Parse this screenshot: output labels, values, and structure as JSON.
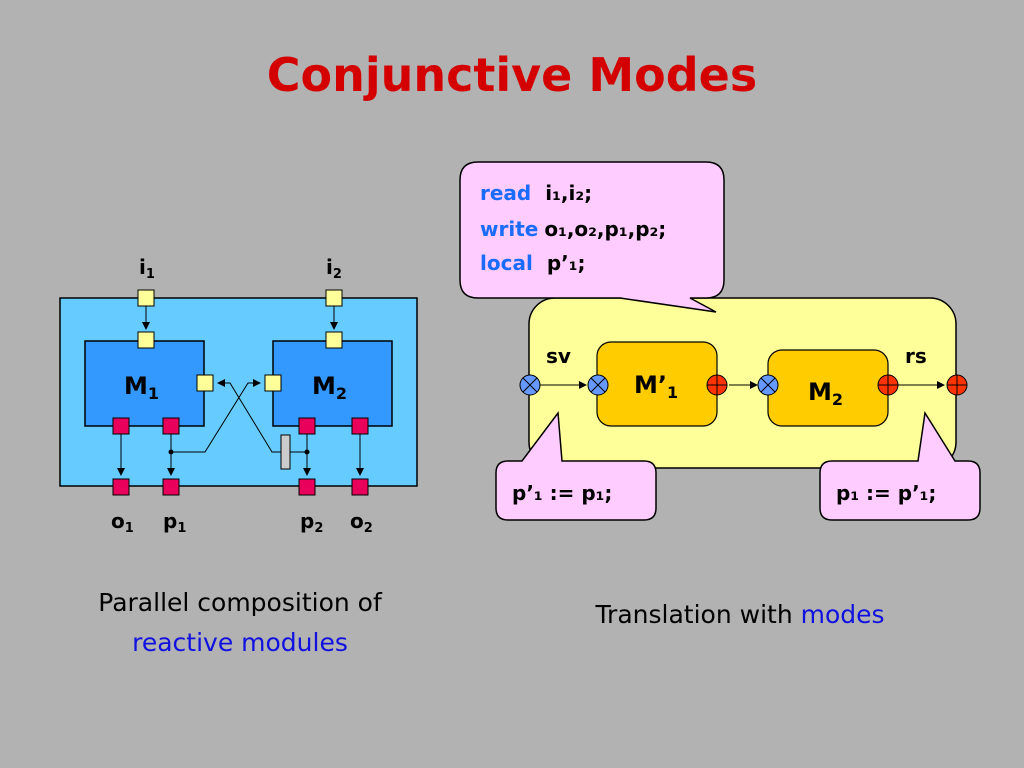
{
  "title": "Conjunctive Modes",
  "left_diagram": {
    "modules": [
      {
        "name": "M",
        "sub": "1"
      },
      {
        "name": "M",
        "sub": "2"
      }
    ],
    "inputs": [
      {
        "name": "i",
        "sub": "1"
      },
      {
        "name": "i",
        "sub": "2"
      }
    ],
    "outputs": [
      {
        "name": "o",
        "sub": "1"
      },
      {
        "name": "p",
        "sub": "1"
      },
      {
        "name": "p",
        "sub": "2"
      },
      {
        "name": "o",
        "sub": "2"
      }
    ],
    "colors": {
      "outer": "#66ccff",
      "module": "#3399ff",
      "input_port": "#ffff99",
      "output_port": "#e8005a"
    }
  },
  "callout_decl": {
    "lines": [
      {
        "keyword": "read",
        "rest": "i₁,i₂;"
      },
      {
        "keyword": "write",
        "rest": "o₁,o₂,p₁,p₂;"
      },
      {
        "keyword": "local",
        "rest": "p’₁;"
      }
    ]
  },
  "right_diagram": {
    "entry_label": "sv",
    "exit_label": "rs",
    "modes": [
      {
        "name": "M’",
        "sub": "1"
      },
      {
        "name": "M",
        "sub": "2"
      }
    ],
    "colors": {
      "container": "#ffff99",
      "mode": "#ffcc00",
      "entry_point": "#6699ff",
      "exit_point": "#ff3300"
    }
  },
  "callout_left": "p’₁ := p₁;",
  "callout_right": "p₁ := p’₁;",
  "caption_left": {
    "line1": "Parallel composition of",
    "line2": "reactive modules"
  },
  "caption_right": {
    "prefix": "Translation with ",
    "highlight": "modes"
  }
}
